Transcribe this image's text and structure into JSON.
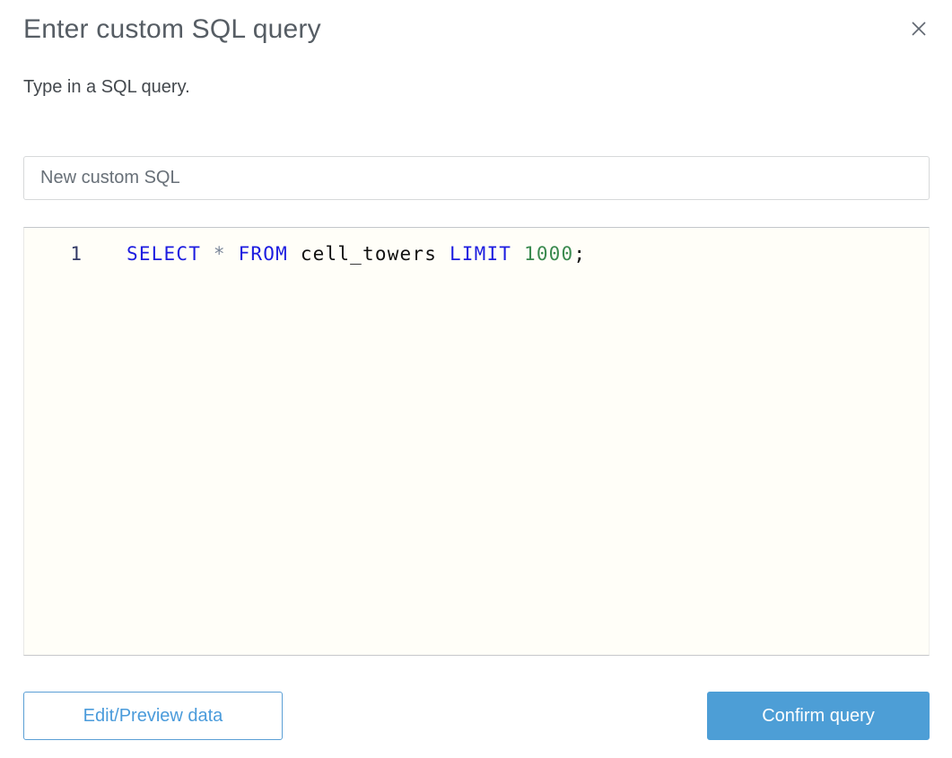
{
  "dialog": {
    "title": "Enter custom SQL query",
    "subtitle": "Type in a SQL query."
  },
  "name_input": {
    "value": "New custom SQL"
  },
  "editor": {
    "full_text": "SELECT * FROM cell_towers LIMIT 1000;",
    "lines": [
      {
        "number": "1",
        "tokens": [
          {
            "text": "SELECT ",
            "type": "keyword"
          },
          {
            "text": "* ",
            "type": "operator"
          },
          {
            "text": "FROM ",
            "type": "keyword"
          },
          {
            "text": "cell_towers ",
            "type": "identifier"
          },
          {
            "text": "LIMIT ",
            "type": "keyword"
          },
          {
            "text": "1000",
            "type": "number"
          },
          {
            "text": ";",
            "type": "punctuation"
          }
        ]
      }
    ]
  },
  "buttons": {
    "edit_preview_label": "Edit/Preview data",
    "confirm_label": "Confirm query"
  },
  "colors": {
    "accent_blue": "#4D9ED6",
    "keyword_blue": "#1C1CE0",
    "number_green": "#3A8A4F",
    "operator_gray": "#7A8699",
    "line_number_navy": "#333A66",
    "editor_background": "#FFFEF8",
    "title_gray": "#565D64"
  }
}
